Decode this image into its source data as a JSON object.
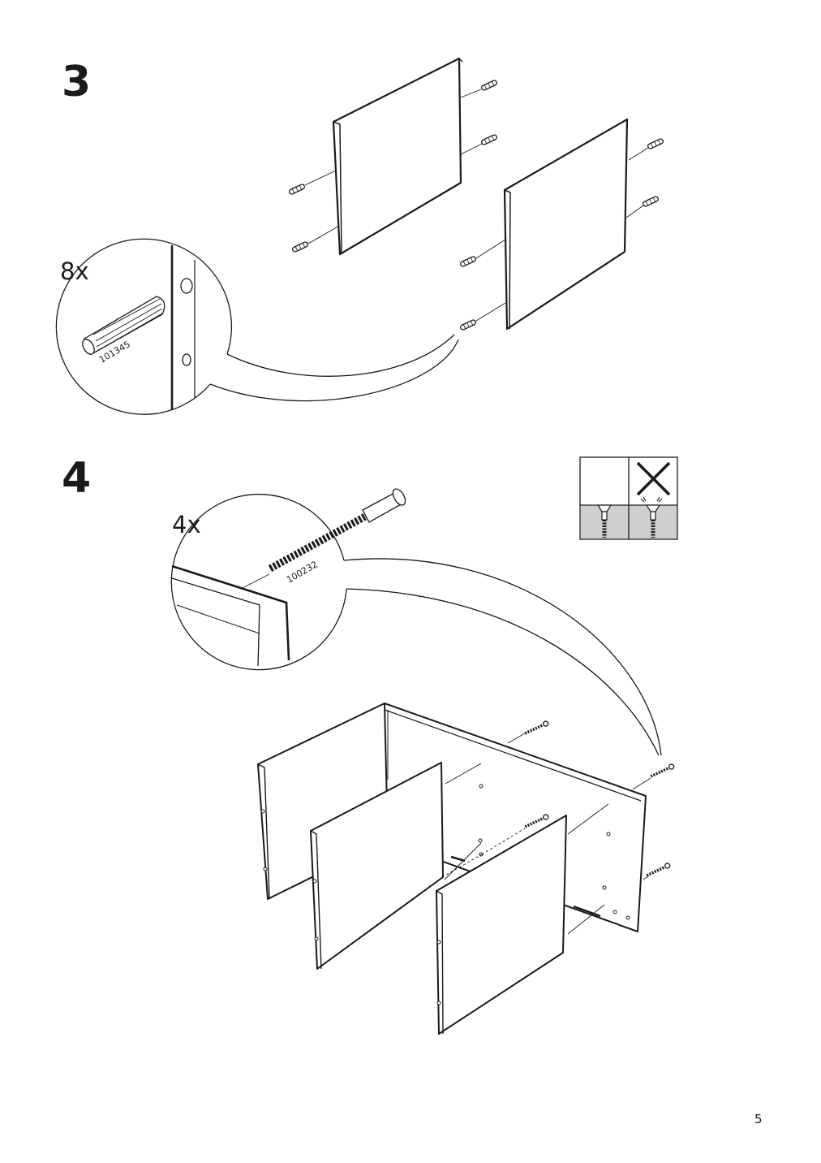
{
  "steps": [
    {
      "number": "3",
      "quantity": "8x",
      "part_number": "101345",
      "part": "dowel-icon"
    },
    {
      "number": "4",
      "quantity": "4x",
      "part_number": "100232",
      "part": "cam-screw-icon"
    }
  ],
  "warning_icon": {
    "correct": "flush-screw-icon",
    "wrong": "overtightened-screw-icon"
  },
  "page_number": "5"
}
